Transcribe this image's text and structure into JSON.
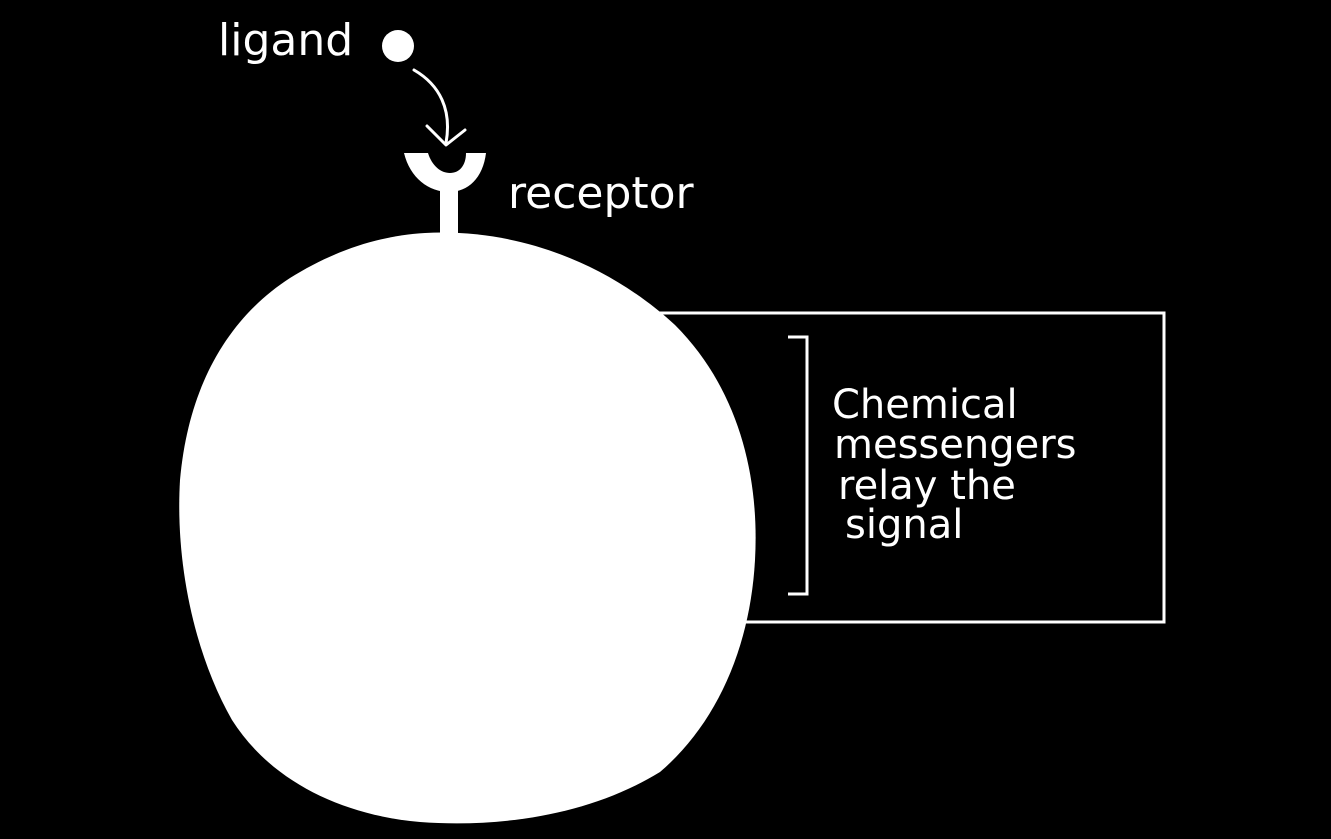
{
  "labels": {
    "ligand": "ligand",
    "receptor": "receptor",
    "annotation_lines": [
      "Chemical",
      "messengers",
      "relay the",
      "signal"
    ]
  },
  "colors": {
    "background": "#000000",
    "foreground": "#ffffff"
  }
}
